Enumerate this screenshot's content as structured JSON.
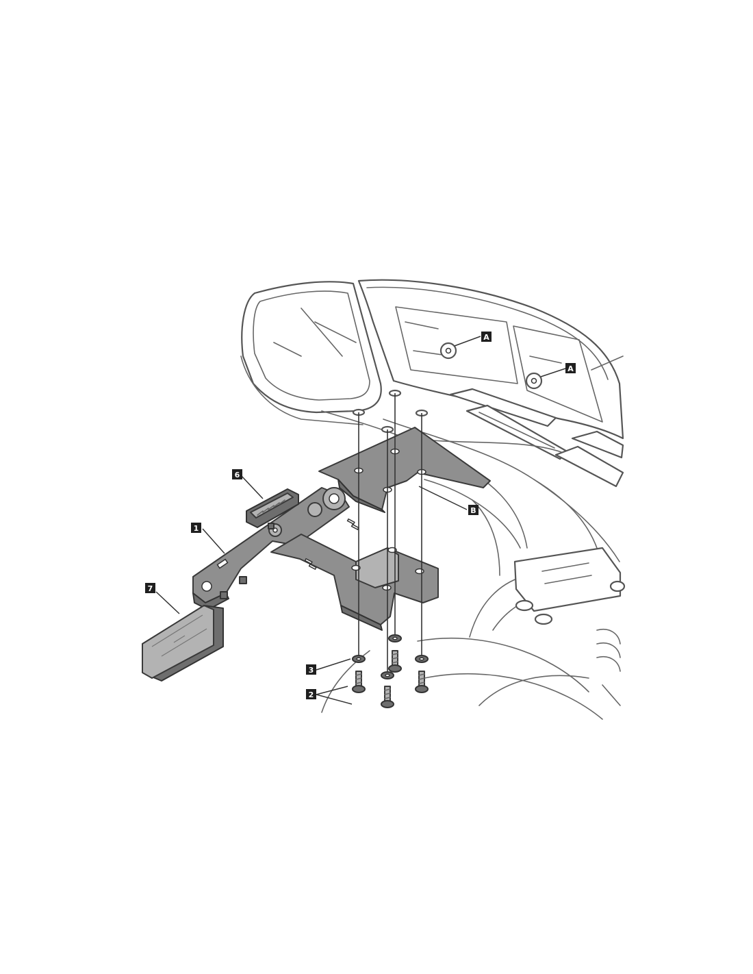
{
  "labels": {
    "a_top": "A",
    "a_right": "A",
    "b": "B",
    "part_1": "1",
    "part_2": "2",
    "part_3": "3",
    "part_6": "6",
    "part_7": "7"
  },
  "colors": {
    "part_fill": "#8f8f8f",
    "line": "#555555",
    "tag_fill": "#1f1f1f"
  }
}
